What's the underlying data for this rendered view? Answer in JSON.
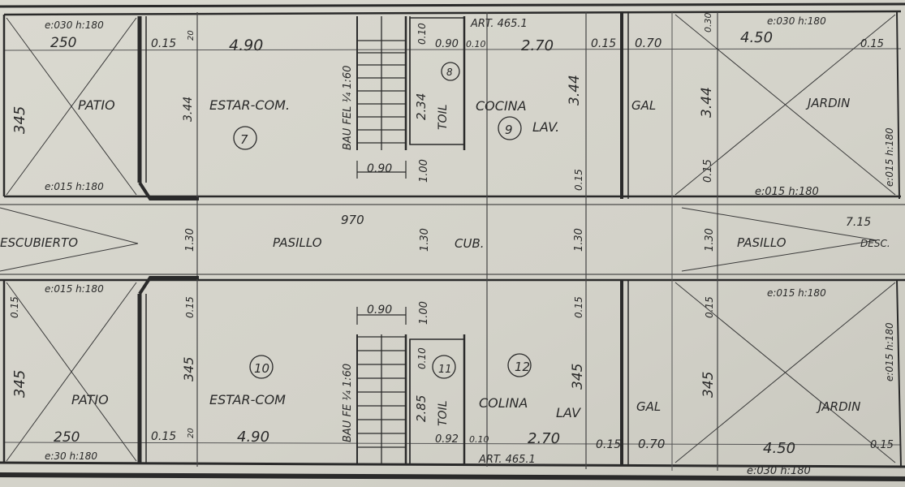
{
  "diagram": {
    "colors": {
      "paper": "#d6d5cc",
      "ink": "#2a2a2a",
      "wall": "#1c1c1c",
      "grid": "#6d6d68"
    },
    "rooms": {
      "top": {
        "patio": "PATIO",
        "estar_com": "ESTAR-COM.",
        "number_7": "7",
        "banio_label": "BAU FEL ¼ 1:60",
        "toil": "TOIL",
        "number_8": "8",
        "cocina": "COCINA",
        "lav": "LAV.",
        "number_9": "9",
        "gal": "GAL",
        "jardin": "JARDIN"
      },
      "corridor": {
        "descubierto": "ESCUBIERTO",
        "pasillo": "PASILLO",
        "cub": "CUB.",
        "pasillo_right": "PASILLO",
        "desc": "DESC."
      },
      "bottom": {
        "patio": "PATIO",
        "estar_com": "ESTAR-COM",
        "number_10": "10",
        "banio_label": "BAU FE ¼ 1:60",
        "toil": "TOIL",
        "number_11": "11",
        "cocina": "COLINA",
        "lav": "LAV",
        "number_12": "12",
        "gal": "GAL",
        "jardin": "JARDIN"
      }
    },
    "dimensions": {
      "top_patio_width": "250",
      "top_wall_015_a": "0.15",
      "top_estar_width": "4.90",
      "top_toil_width": "0.90",
      "top_wall_010": "0.10",
      "top_cocina_width": "2.70",
      "top_wall_015_b": "0.15",
      "top_gal_width": "0.70",
      "top_jardin_width": "4.50",
      "top_wall_015_c": "0.15",
      "top_patio_height": "345",
      "top_estar_height": "3.44",
      "top_toil_height": "2.34",
      "top_toil_010": "0.10",
      "top_cocina_height": "3.44",
      "top_jardin_height": "3.44",
      "top_wall_015_v": "0.15",
      "top_door_090": "0.90",
      "top_door_100": "1.00",
      "top_jardin_015": "0.15",
      "top_wall_030": "0.30",
      "top_dim_20": "20",
      "corridor_length": "970",
      "corridor_right_length": "7.15",
      "corridor_width_a": "1.30",
      "corridor_width_b": "1.30",
      "corridor_width_c": "1.30",
      "corridor_width_d": "1.30",
      "bottom_patio_width": "250",
      "bottom_wall_015_a": "0.15",
      "bottom_estar_width": "4.90",
      "bottom_toil_width": "0.92",
      "bottom_wall_010": "0.10",
      "bottom_cocina_width": "2.70",
      "bottom_wall_015_b": "0.15",
      "bottom_gal_width": "0.70",
      "bottom_jardin_width": "4.50",
      "bottom_wall_015_c": "0.15",
      "bottom_patio_height": "345",
      "bottom_estar_height": "345",
      "bottom_toil_height": "2.85",
      "bottom_toil_010": "0.10",
      "bottom_cocina_height": "345",
      "bottom_jardin_height": "345",
      "bottom_door_090": "0.90",
      "bottom_door_100": "1.00",
      "bottom_wall_015_v1": "0.15",
      "bottom_wall_015_v2": "0.15",
      "bottom_wall_015_v3": "0.15",
      "bottom_wall_015_v4": "0.15",
      "bottom_dim_20": "20"
    },
    "notes": {
      "top_patio_wall_top": "e:030 h:180",
      "top_patio_wall_bottom": "e:015 h:180",
      "top_jardin_wall_top": "e:030 h:180",
      "top_jardin_wall_bottom": "e:015 h:180",
      "top_jardin_wall_side": "e:015 h:180",
      "top_article": "ART. 465.1",
      "bottom_patio_wall_top": "e:015 h:180",
      "bottom_patio_wall_bottom": "e:30 h:180",
      "bottom_jardin_wall_top": "e:015 h:180",
      "bottom_jardin_wall_bottom": "e:030 h:180",
      "bottom_jardin_wall_side": "e:015 h:180",
      "bottom_article": "ART. 465.1"
    }
  }
}
